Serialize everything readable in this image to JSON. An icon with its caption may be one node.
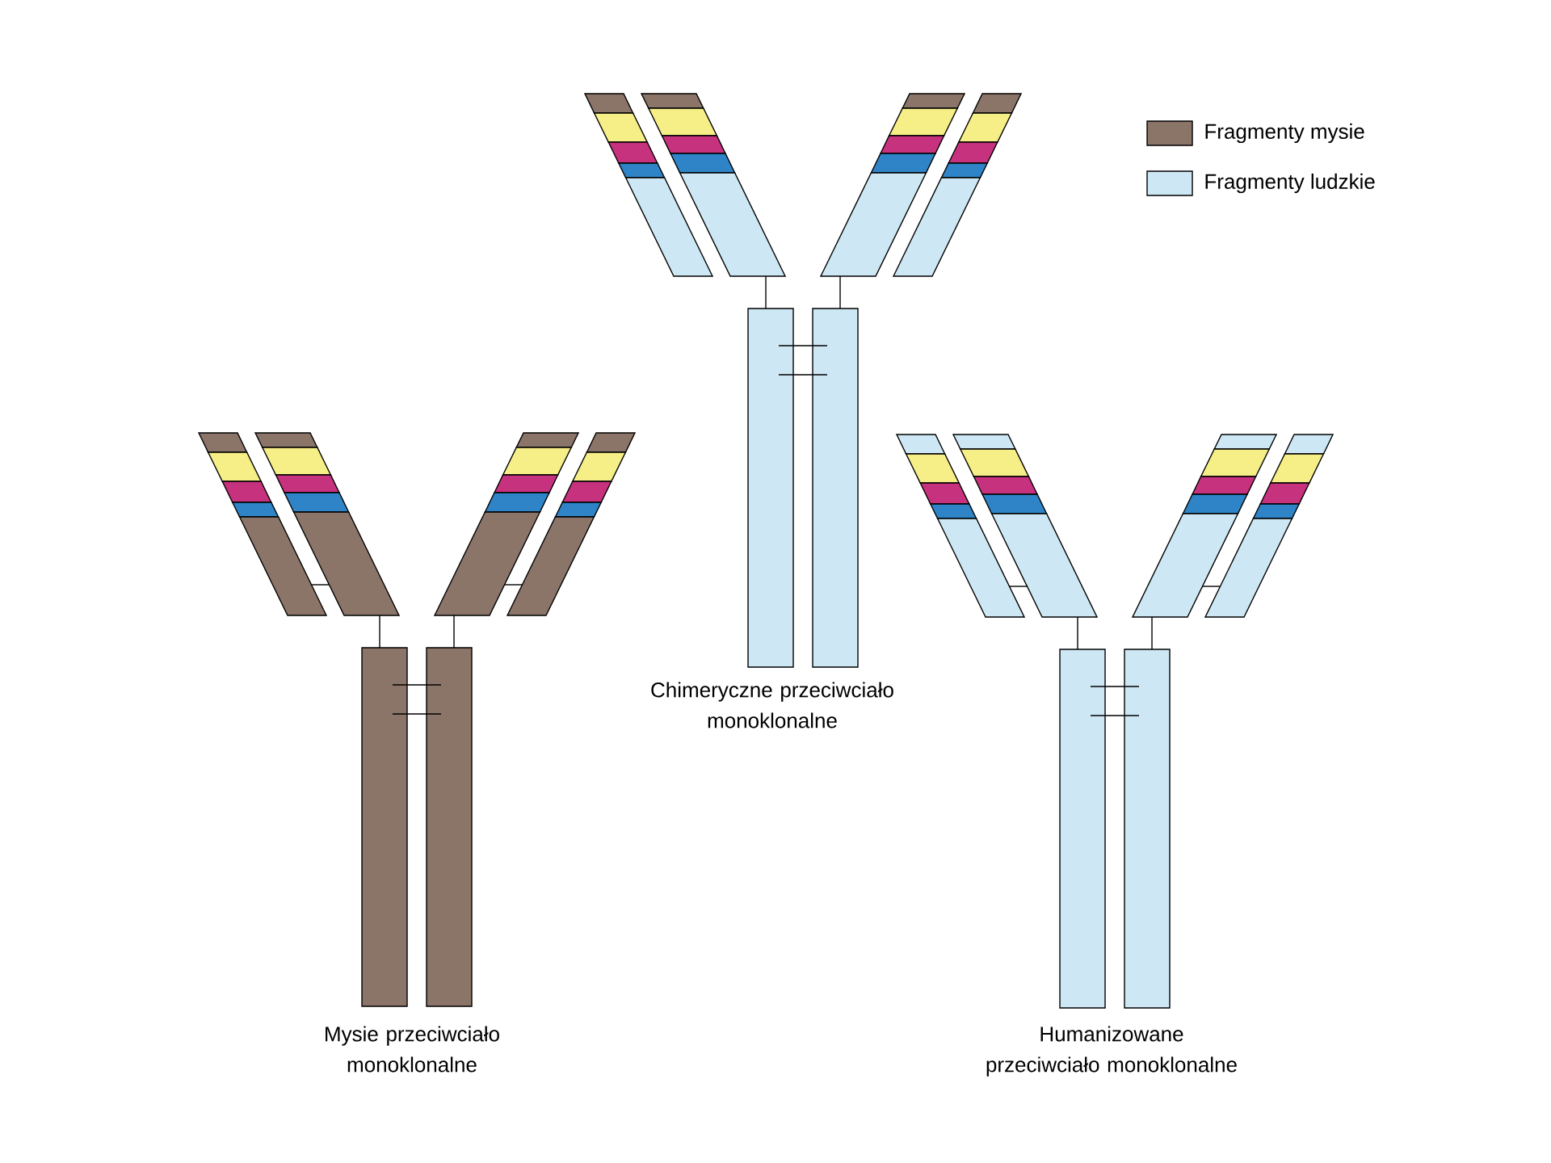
{
  "diagram": {
    "labels": [
      "Chimeryczne przeciwciało monoklonalne",
      "Mysie przeciwciało monoklonalne",
      "Humanizowane przeciwciało monoklonalne"
    ],
    "legend": [
      {
        "text": "Fragmenty mysie",
        "color": "#8b7468"
      },
      {
        "text": "Fragmenty ludzkie",
        "color": "#cde8f4"
      }
    ]
  }
}
